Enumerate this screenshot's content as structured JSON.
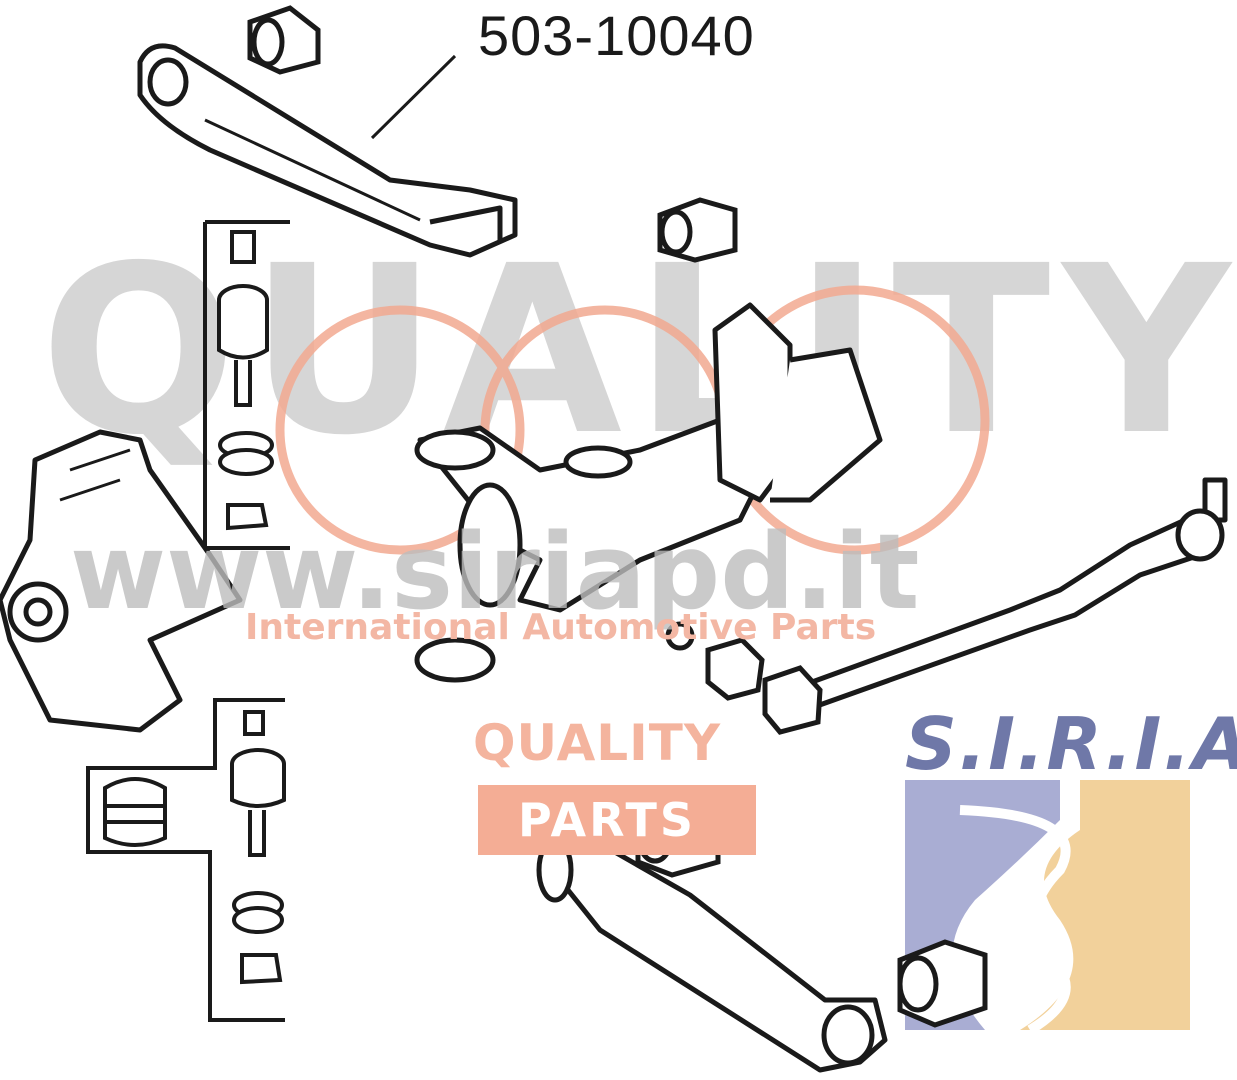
{
  "part_number": "503-10040",
  "watermark": {
    "big_word": "QUALITY",
    "url": "www.siriapd.it",
    "tagline": "International Automotive Parts",
    "badge_top": "QUALITY",
    "badge_bottom": "PARTS"
  },
  "brand": {
    "name": "S.I.R.I.A."
  },
  "colors": {
    "line_art": "#1a1a1a",
    "watermark_grey": "#cfcfcf",
    "logo_salmon": "#f4ad95",
    "siria_blue": "#6f78a8",
    "siria_gold": "#f0c98a"
  }
}
